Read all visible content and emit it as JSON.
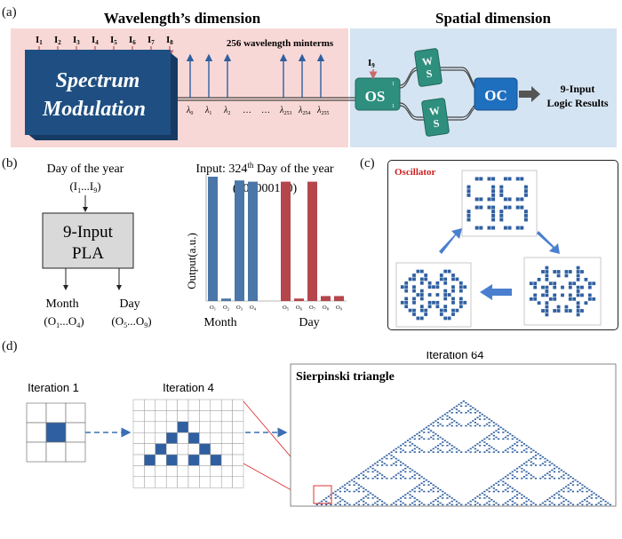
{
  "panel_labels": {
    "a": "(a)",
    "b": "(b)",
    "c": "(c)",
    "d": "(d)"
  },
  "panel_a": {
    "wavelength_title": "Wavelength’s  dimension",
    "spatial_title": "Spatial dimension",
    "inputs": [
      "I",
      "I",
      "I",
      "I",
      "I",
      "I",
      "I",
      "I"
    ],
    "input_subs": [
      "1",
      "2",
      "3",
      "4",
      "5",
      "6",
      "7",
      "8"
    ],
    "spectrum_line1": "Spectrum",
    "spectrum_line2": "Modulation",
    "minterms_label": "256 wavelength minterms",
    "lambda_sym": "λ",
    "lambda_subs": [
      "0",
      "1",
      "2",
      "…",
      "…",
      "253",
      "254",
      "255"
    ],
    "i9": "I",
    "i9_sub": "9",
    "os_label": "OS",
    "os_port_top": "1",
    "os_port_bottom": "1",
    "ws_label": "WS",
    "oc_label": "OC",
    "result_line1": "9-Input",
    "result_line2": "Logic Results",
    "colors": {
      "pink_bg": "#f8d8d6",
      "blue_bg": "#d5e4f2",
      "spectrum_box": "#1f4f82",
      "teal": "#2f8f7e",
      "oc_blue": "#1f6fbf",
      "arrow_red": "#c86a6a",
      "arrow_blue": "#2f5fa0"
    }
  },
  "panel_b": {
    "day_label": "Day of the year",
    "input_range": "(I",
    "input_range_sub1": "1",
    "input_range_mid": "...I",
    "input_range_sub2": "9",
    "input_range_end": ")",
    "pla_line1": "9-Input",
    "pla_line2": "PLA",
    "month_label": "Month",
    "month_range": "(O",
    "month_sub1": "1",
    "month_mid": "...O",
    "month_sub2": "4",
    "month_end": ")",
    "day_out_label": "Day",
    "day_range": "(O",
    "day_sub1": "5",
    "day_mid": "...O",
    "day_sub2": "9",
    "day_end": ")"
  },
  "chart_data": {
    "type": "bar",
    "title": "Input: 324th Day of the year",
    "title_pre": "Input: 324",
    "title_sup": "th",
    "title_post": " Day of the year",
    "subtitle": "(101000100)",
    "ylabel": "Output(a.u.)",
    "ylim": [
      0,
      1
    ],
    "categories": [
      "O1",
      "O2",
      "O3",
      "O4",
      "O5",
      "O6",
      "O7",
      "O8",
      "O9"
    ],
    "category_prefix": "O",
    "category_subs": [
      "1",
      "2",
      "3",
      "4",
      "5",
      "6",
      "7",
      "8",
      "9"
    ],
    "groups": [
      {
        "name": "Month",
        "categories": [
          "O1",
          "O2",
          "O3",
          "O4"
        ],
        "values": [
          1.0,
          0.02,
          0.97,
          0.96
        ],
        "color": "#4a76a8"
      },
      {
        "name": "Day",
        "categories": [
          "O5",
          "O6",
          "O7",
          "O8",
          "O9"
        ],
        "values": [
          0.96,
          0.02,
          0.96,
          0.04,
          0.04
        ],
        "color": "#b5464b"
      }
    ]
  },
  "panel_c": {
    "title": "Oscillator",
    "title_color": "#cc1f1f",
    "cell_color": "#2f5fa0"
  },
  "panel_d": {
    "iter1": "Iteration 1",
    "iter4": "Iteration 4",
    "iter64": "Iteration 64",
    "sierpinski": "Sierpinski triangle",
    "cell_color": "#2f5fa0"
  }
}
